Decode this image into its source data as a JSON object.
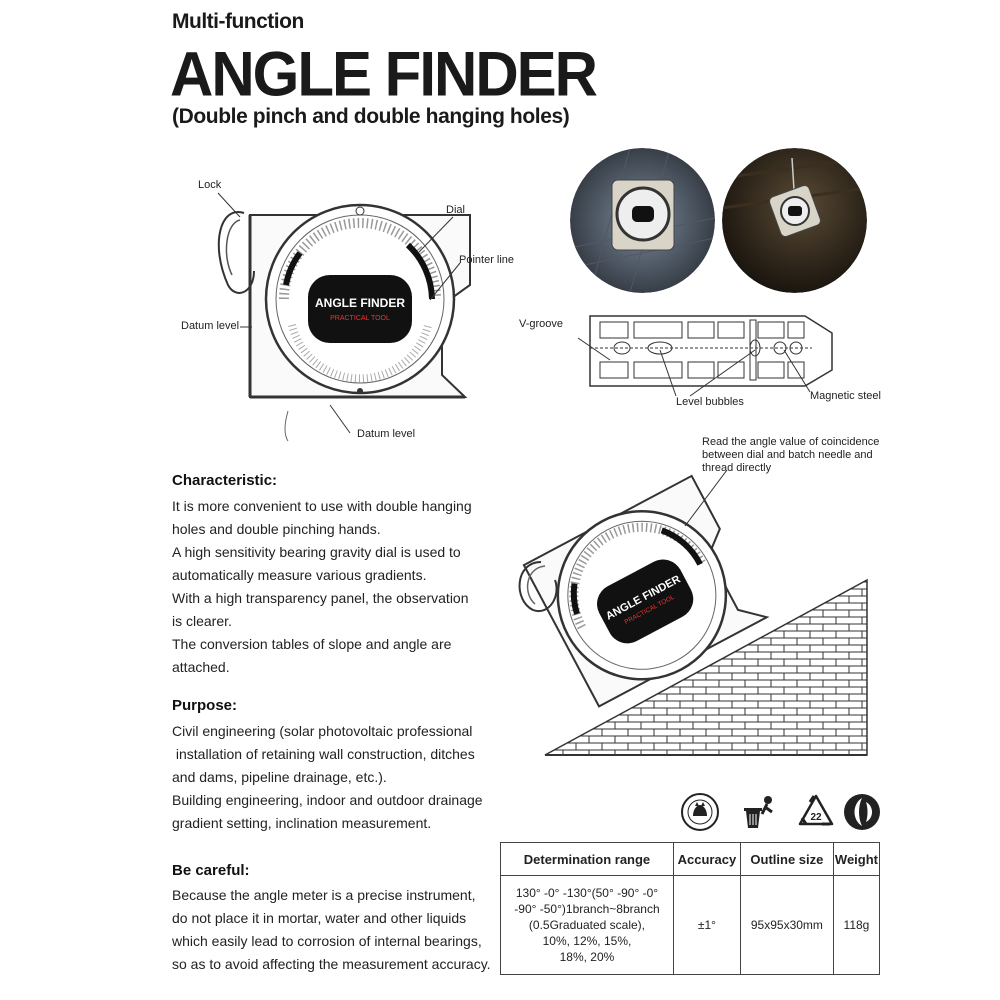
{
  "header": {
    "subtitle": "Multi-function",
    "title": "ANGLE FINDER",
    "tagline": "(Double pinch and double hanging holes)"
  },
  "diagram": {
    "lock": "Lock",
    "dial": "Dial",
    "pointer_line": "Pointer line",
    "datum_level_left": "Datum level",
    "datum_level_bottom": "Datum level",
    "v_groove": "V-groove",
    "level_bubbles": "Level bubbles",
    "magnetic_steel": "Magnetic steel",
    "dial_brand": "ANGLE FINDER",
    "dial_sub": "PRACTICAL TOOL",
    "read_note": "Read the angle value of coincidence between dial and batch needle and thread directly"
  },
  "characteristic": {
    "heading": "Characteristic:",
    "lines": [
      "It is more convenient to use with double hanging",
      "holes and double pinching hands.",
      "A high sensitivity bearing gravity dial is used to",
      "automatically measure various gradients.",
      "With a high transparency panel, the observation",
      "is clearer.",
      "The conversion tables of slope and angle are",
      "attached."
    ]
  },
  "purpose": {
    "heading": "Purpose:",
    "lines": [
      "Civil engineering (solar photovoltaic professional",
      " installation of retaining wall construction, ditches",
      "and dams, pipeline drainage, etc.).",
      "Building engineering, indoor and outdoor drainage",
      "gradient setting, inclination measurement."
    ]
  },
  "careful": {
    "heading": "Be careful:",
    "lines": [
      "Because the angle meter is a precise instrument,",
      "do not place it in mortar, water and other liquids",
      "which easily lead to corrosion of internal bearings,",
      "so as to avoid affecting the measurement accuracy."
    ]
  },
  "icons": {
    "recycle_number": "22"
  },
  "spec_table": {
    "headers": [
      "Determination range",
      "Accuracy",
      "Outline size",
      "Weight"
    ],
    "range_lines": [
      "130° -0° -130°(50° -90° -0°",
      "-90° -50°)1branch~8branch",
      "(0.5Graduated scale),",
      "10%, 12%, 15%,",
      "18%, 20%"
    ],
    "accuracy": "±1°",
    "size": "95x95x30mm",
    "weight": "118g"
  }
}
